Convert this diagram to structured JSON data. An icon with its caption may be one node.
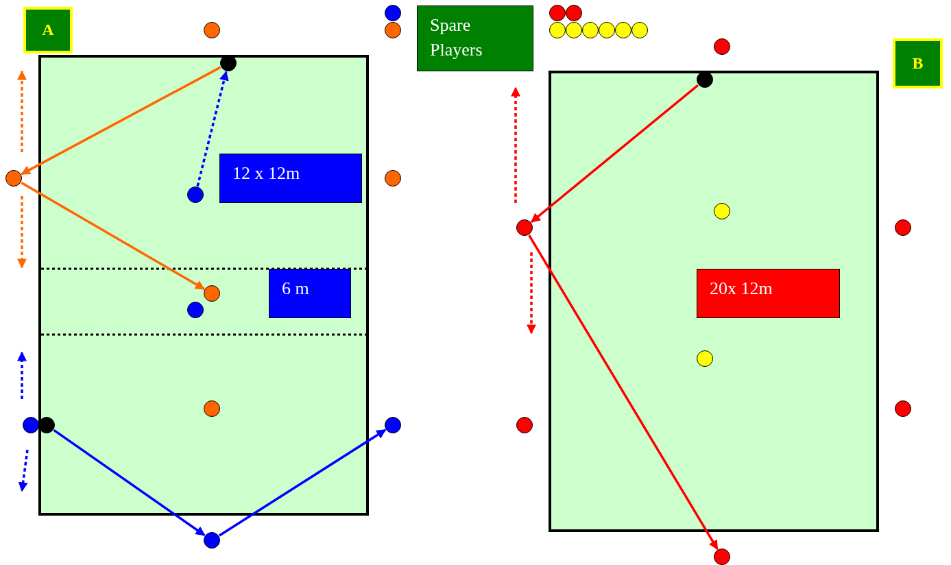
{
  "diagram": {
    "nodes": [
      {
        "text": [
          "A"
        ]
      },
      {
        "text": [],
        "shape": "box"
      },
      {
        "text": [],
        "shape": "circle"
      },
      {
        "text": [],
        "shape": "circle"
      },
      {
        "text": [],
        "shape": "circle"
      },
      {
        "text": [
          "Spare Players"
        ]
      },
      {
        "text": [],
        "shape": "circle"
      },
      {
        "text": [],
        "shape": "circle"
      },
      {
        "text": [],
        "shape": "circle"
      },
      {
        "text": [],
        "shape": "circle"
      },
      {
        "text": [],
        "shape": "circle"
      },
      {
        "text": [],
        "shape": "circle"
      },
      {
        "text": [],
        "shape": "circle"
      },
      {
        "text": [],
        "shape": "circle"
      },
      {
        "text": [],
        "shape": "circle"
      },
      {
        "text": [
          "B"
        ]
      },
      {
        "text": [],
        "shape": "box"
      },
      {
        "text": [],
        "shape": "circle",
        "in": 1
      },
      {
        "text": [],
        "shape": "circle",
        "in": 16
      },
      {
        "text": [],
        "shape": "circle"
      },
      {
        "text": [],
        "shape": "circle",
        "in": 1
      },
      {
        "text": [
          "12 x 12m"
        ],
        "in": 1
      },
      {
        "text": [],
        "shape": "circle"
      },
      {
        "text": [],
        "shape": "circle",
        "in": 16
      },
      {
        "text": [],
        "shape": "circle"
      },
      {
        "text": [],
        "shape": "circle"
      },
      {
        "text": [
          "6 m"
        ],
        "in": 1
      },
      {
        "text": [],
        "shape": "circle",
        "in": 1
      },
      {
        "text": [],
        "shape": "circle",
        "in": 1
      },
      {
        "text": [
          "20x 12m"
        ],
        "in": 16
      },
      {
        "text": [],
        "shape": "circle",
        "in": 16
      },
      {
        "text": [],
        "shape": "circle",
        "in": 1
      },
      {
        "text": [],
        "shape": "circle"
      },
      {
        "text": [],
        "shape": "circle"
      },
      {
        "text": [],
        "shape": "circle",
        "in": 1
      },
      {
        "text": [],
        "shape": "circle"
      },
      {
        "text": [],
        "shape": "circle"
      },
      {
        "text": [],
        "shape": "circle"
      },
      {
        "text": [],
        "shape": "circle"
      }
    ],
    "edges": [
      {
        "from": 17,
        "to": 19,
        "arrow": "to",
        "color": "#ff6600"
      },
      {
        "from": 19,
        "to": 27,
        "arrow": "to",
        "color": "#ff6600"
      },
      {
        "from": 20,
        "to": 17,
        "arrow": "to",
        "style": "dashed",
        "color": "#0000ff"
      },
      {
        "from": 34,
        "to": 37,
        "arrow": "to",
        "color": "#0000ff"
      },
      {
        "from": 37,
        "to": 35,
        "arrow": "to",
        "color": "#0000ff"
      },
      {
        "from": 18,
        "to": 24,
        "arrow": "to",
        "color": "#ff0000"
      },
      {
        "from": 24,
        "to": 38,
        "arrow": "to",
        "color": "#ff0000"
      }
    ]
  }
}
